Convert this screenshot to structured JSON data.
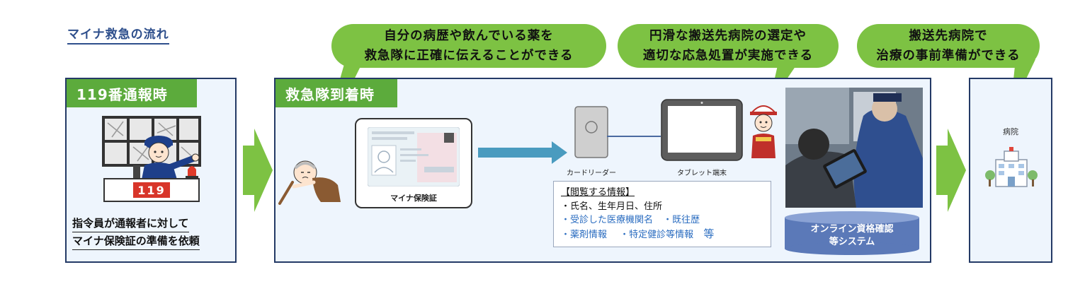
{
  "title": "マイナ救急の流れ",
  "panels": {
    "call": {
      "tag": "119番通報時",
      "desk_number": "119",
      "caption_line1": "指令員が通報者に対して",
      "caption_line2": "マイナ保険証の準備を依頼"
    },
    "arrival": {
      "tag": "救急隊到着時",
      "card_label": "マイナ保険証",
      "reader_label": "カードリーダー",
      "tablet_label": "タブレット端末",
      "info": {
        "heading": "【閲覧する情報】",
        "line1": "・氏名、生年月日、住所",
        "line2a": "・受診した医療機関名",
        "line2b": "・既往歴",
        "line3a": "・薬剤情報",
        "line3b": "・特定健診等情報",
        "line3c": "等"
      },
      "system_line1": "オンライン資格確認",
      "system_line2": "等システム"
    },
    "hospital": {
      "label": "病院"
    }
  },
  "bubbles": {
    "patient": {
      "line1": "自分の病歴や飲んでいる薬を",
      "line2": "救急隊に正確に伝えることができる"
    },
    "crew": {
      "line1": "円滑な搬送先病院の選定や",
      "line2": "適切な応急処置が実施できる"
    },
    "hospital": {
      "line1": "搬送先病院で",
      "line2": "治療の事前準備ができる"
    }
  },
  "colors": {
    "panel_border": "#243a66",
    "panel_fill": "#eef5fd",
    "tag_green": "#5cab3c",
    "bubble_green": "#7dc243",
    "arrow_green": "#7dc243",
    "flow_arrow": "#4a9bbf",
    "system_blue": "#5b79b8",
    "info_highlight": "#2a6cc0"
  },
  "icons": [
    "operator-icon",
    "monitor-wall-icon",
    "elderly-patient-icon",
    "card-reader-icon",
    "tablet-icon",
    "paramedic-icon",
    "hospital-icon"
  ]
}
